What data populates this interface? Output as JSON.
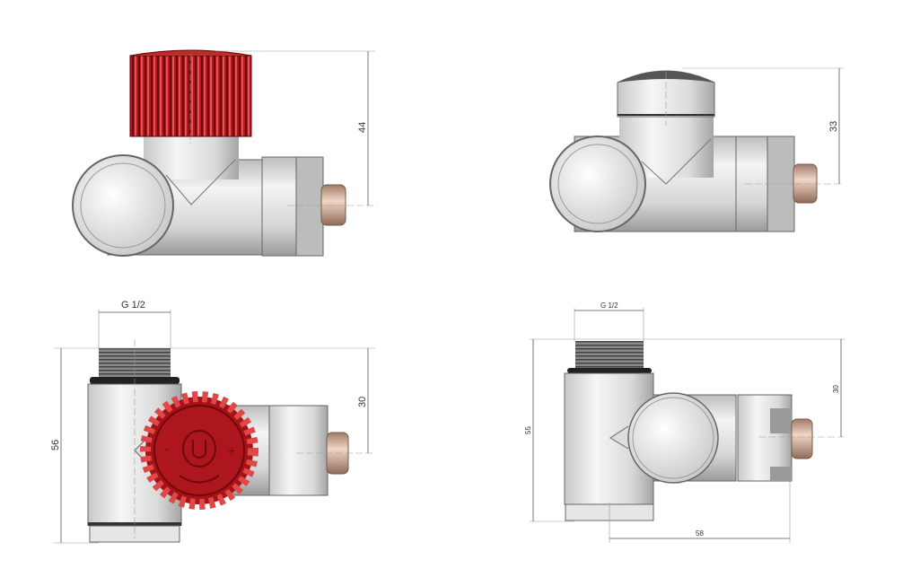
{
  "views": [
    {
      "name": "side-view-red-cap",
      "dimensions": {
        "height": "44"
      }
    },
    {
      "name": "side-view-white-cap",
      "dimensions": {
        "height": "33"
      }
    },
    {
      "name": "front-view-red-knob",
      "dimensions": {
        "thread": "G 1/2",
        "height": "56",
        "offset": "30"
      },
      "knob_marks": {
        "minus": "-",
        "plus": "+"
      }
    },
    {
      "name": "front-view-white-cap",
      "dimensions": {
        "thread": "G 1/2",
        "height": "55",
        "offset": "30",
        "length": "58"
      }
    }
  ],
  "colors": {
    "knob_red": "#b0141a",
    "metal": "#d9d9d9",
    "brass": "#c9a088"
  }
}
